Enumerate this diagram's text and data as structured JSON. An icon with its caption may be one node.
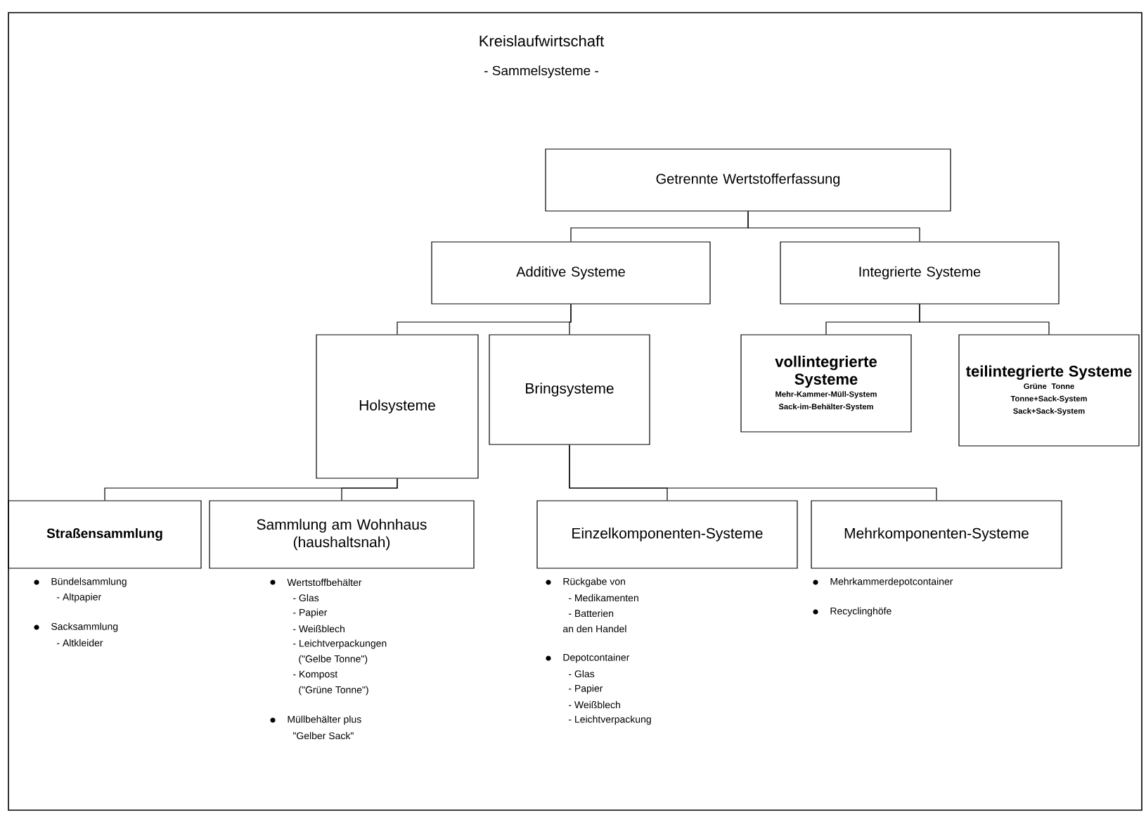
{
  "diagram": {
    "title": "Kreislaufwirtschaft",
    "nodes": [
      {
        "text": [
          "Getrennte Wertstofferfassung"
        ]
      },
      {
        "text": [
          "Additive Systeme"
        ]
      },
      {
        "text": [
          "Integrierte Systeme"
        ]
      },
      {
        "text": [
          "Holsysteme"
        ]
      },
      {
        "text": [
          "Bringsysteme"
        ]
      },
      {
        "text": [
          "vollintegrierte Systeme",
          "Mehr-Kammer-Müll-System",
          "Sack-im-Behälter-System"
        ]
      },
      {
        "text": [
          "teilintegrierte Systeme",
          "Grüne Tonne",
          "Tonne+Sack-System",
          "Sack+Sack-System"
        ]
      },
      {
        "text": [
          "Straßensammlung"
        ],
        "beside": [
          "Bündelsammlung",
          "- Altpapier",
          "Sacksammlung",
          "- Altkleider"
        ]
      },
      {
        "text": [
          "Sammlung am Wohnhaus (haushaltsnah)"
        ],
        "beside": [
          "Wertstoffbehälter",
          "- Glas",
          "- Papier",
          "- Weißblech",
          "- Leichtverpackungen",
          "(\"Gelbe Tonne\")",
          "- Kompost",
          "(\"Grüne Tonne\")",
          "Müllbehälter plus",
          "\"Gelber Sack\""
        ]
      },
      {
        "text": [
          "Einzelkomponenten-Systeme"
        ],
        "beside": [
          "Rückgabe von",
          "- Medikamenten",
          "- Batterien",
          "an den Handel",
          "Depotcontainer",
          "- Glas",
          "- Papier",
          "- Weißblech",
          "- Leichtverpackung"
        ]
      },
      {
        "text": [
          "Mehrkomponenten-Systeme"
        ],
        "beside": [
          "Mehrkammerdepotcontainer",
          "Recyclinghöfe"
        ]
      }
    ],
    "edges": [
      {
        "from": 0,
        "to": 1,
        "arrow": "none"
      },
      {
        "from": 0,
        "to": 2,
        "arrow": "none"
      },
      {
        "from": 1,
        "to": 3,
        "arrow": "none"
      },
      {
        "from": 1,
        "to": 4,
        "arrow": "none"
      },
      {
        "from": 2,
        "to": 5,
        "arrow": "none"
      },
      {
        "from": 2,
        "to": 6,
        "arrow": "none"
      },
      {
        "from": 3,
        "to": 7,
        "arrow": "none"
      },
      {
        "from": 3,
        "to": 8,
        "arrow": "none"
      },
      {
        "from": 4,
        "to": 9,
        "arrow": "none"
      },
      {
        "from": 4,
        "to": 10,
        "arrow": "none"
      }
    ],
    "labels": [
      "- Sammelsysteme -"
    ]
  }
}
